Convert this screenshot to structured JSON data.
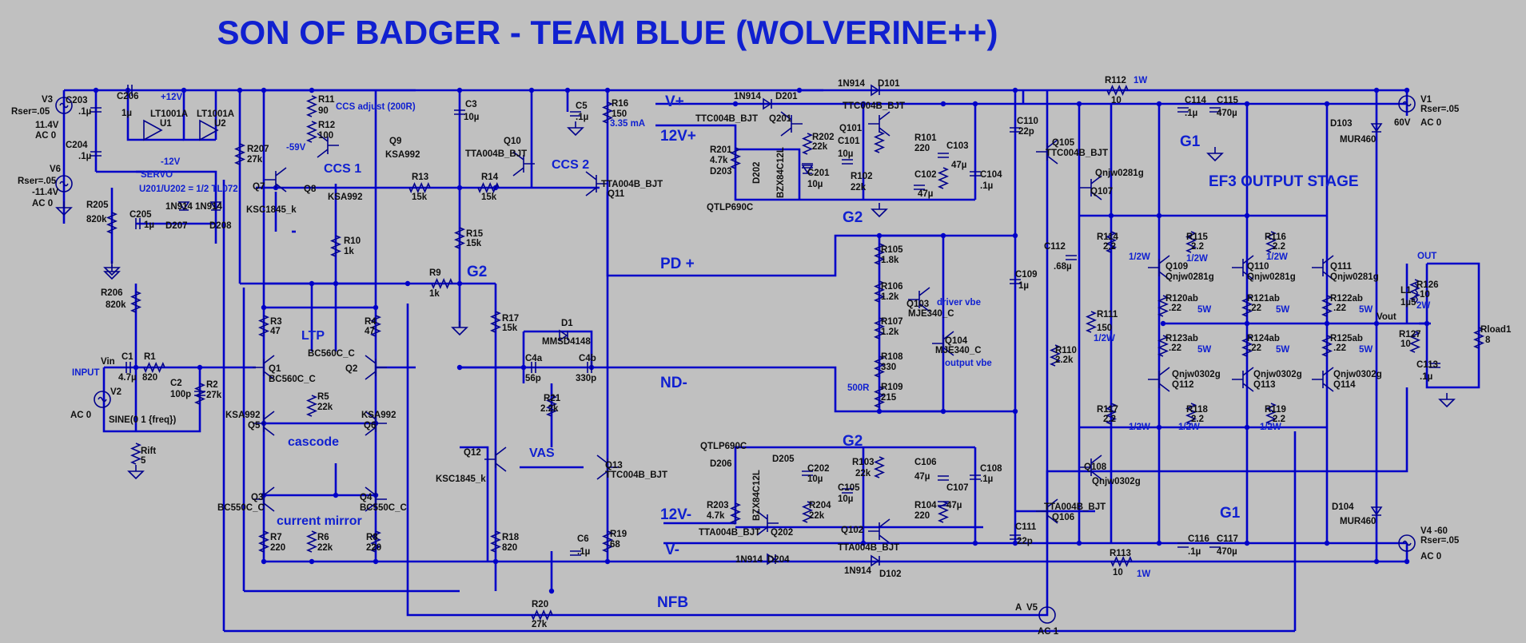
{
  "title": "SON OF BADGER - TEAM BLUE (WOLVERINE++)",
  "nets": {
    "vplus": "V+",
    "vminus": "V-",
    "v12p": "12V+",
    "v12n": "12V-",
    "pdplus": "PD +",
    "ndminus": "ND-",
    "nfb": "NFB",
    "out": "OUT",
    "vout": "Vout"
  },
  "groups": {
    "servo": "SERVO",
    "servo_note": "U201/U202 = 1/2 TL072",
    "ccs1": "CCS 1",
    "ccs2": "CCS 2",
    "ccs_adjust": "CCS adjust (200R)",
    "ltp": "LTP",
    "cascode": "cascode",
    "mirror": "current mirror",
    "vas": "VAS",
    "ef3": "EF3 OUTPUT STAGE",
    "driver_vbe": "driver vbe",
    "output_vbe": "output vbe",
    "g1a": "G1",
    "g1b": "G1",
    "g2a": "G2",
    "g2b": "G2",
    "g2c": "G2",
    "ma": "3.35 mA",
    "ohm500": "500R",
    "m59": "-59V",
    "p12": "+12V",
    "n12": "-12V",
    "input": "INPUT"
  },
  "labels": [
    [
      "v3",
      "V3"
    ],
    [
      "v3r",
      "Rser=.05"
    ],
    [
      "v3a",
      "11.4V"
    ],
    [
      "v3b",
      "AC 0"
    ],
    [
      "c203",
      "C203"
    ],
    [
      "c203v",
      ".1µ"
    ],
    [
      "c204",
      "C204"
    ],
    [
      "c204v",
      ".1µ"
    ],
    [
      "c206",
      "C206"
    ],
    [
      "c206v",
      "1µ"
    ],
    [
      "u1",
      "LT1001A"
    ],
    [
      "u1b",
      "U1"
    ],
    [
      "u2",
      "LT1001A"
    ],
    [
      "u2b",
      "U2"
    ],
    [
      "v6",
      "V6"
    ],
    [
      "v6r",
      "Rser=.05"
    ],
    [
      "v6a",
      "-11.4V"
    ],
    [
      "v6b",
      "AC 0"
    ],
    [
      "r205",
      "R205"
    ],
    [
      "r205v",
      "820k"
    ],
    [
      "c205",
      "C205"
    ],
    [
      "c205v",
      "1µ"
    ],
    [
      "d207",
      "1N914"
    ],
    [
      "d207b",
      "D207"
    ],
    [
      "d208",
      "1N914"
    ],
    [
      "d208b",
      "D208"
    ],
    [
      "r207",
      "R207"
    ],
    [
      "r207v",
      "27k"
    ],
    [
      "r206",
      "R206"
    ],
    [
      "r206v",
      "820k"
    ],
    [
      "r11",
      "R11"
    ],
    [
      "r11v",
      "90"
    ],
    [
      "r12",
      "R12"
    ],
    [
      "r12v",
      "100"
    ],
    [
      "q9",
      "Q9"
    ],
    [
      "q9v",
      "KSA992"
    ],
    [
      "q7",
      "Q7"
    ],
    [
      "q7v",
      "KSC1845_k"
    ],
    [
      "q8",
      "Q8"
    ],
    [
      "q8v",
      "KSA992"
    ],
    [
      "r13",
      "R13"
    ],
    [
      "r13v",
      "15k"
    ],
    [
      "r14",
      "R14"
    ],
    [
      "r14v",
      "15k"
    ],
    [
      "r10",
      "R10"
    ],
    [
      "r10v",
      "1k"
    ],
    [
      "c3",
      "C3"
    ],
    [
      "c3v",
      "10µ"
    ],
    [
      "r15",
      "R15"
    ],
    [
      "r15v",
      "15k"
    ],
    [
      "r9",
      "R9"
    ],
    [
      "r9v",
      "1k"
    ],
    [
      "q10",
      "Q10"
    ],
    [
      "q10v",
      "TTA004B_BJT"
    ],
    [
      "c5",
      "C5"
    ],
    [
      "c5v",
      ".1µ"
    ],
    [
      "r16",
      "R16"
    ],
    [
      "r16v",
      "150"
    ],
    [
      "q11v",
      "TTA004B_BJT"
    ],
    [
      "q11",
      "Q11"
    ],
    [
      "r3",
      "R3"
    ],
    [
      "r3v",
      "47"
    ],
    [
      "r4",
      "R4"
    ],
    [
      "r4v",
      "47"
    ],
    [
      "q1",
      "Q1"
    ],
    [
      "q1v",
      "BC560C_C"
    ],
    [
      "q2v",
      "BC560C_C"
    ],
    [
      "q2",
      "Q2"
    ],
    [
      "r5",
      "R5"
    ],
    [
      "r5v",
      "22k"
    ],
    [
      "q5v",
      "KSA992"
    ],
    [
      "q5",
      "Q5"
    ],
    [
      "q6v",
      "KSA992"
    ],
    [
      "q6",
      "Q6"
    ],
    [
      "q3",
      "Q3"
    ],
    [
      "q3v",
      "BC550C_C"
    ],
    [
      "q4",
      "Q4"
    ],
    [
      "q4v",
      "BC550C_C"
    ],
    [
      "r7",
      "R7"
    ],
    [
      "r7v",
      "220"
    ],
    [
      "r6",
      "R6"
    ],
    [
      "r6v",
      "22k"
    ],
    [
      "r8",
      "R8"
    ],
    [
      "r8v",
      "220"
    ],
    [
      "vin",
      "Vin"
    ],
    [
      "c1",
      "C1"
    ],
    [
      "c1v",
      "4.7µ"
    ],
    [
      "r1",
      "R1"
    ],
    [
      "r1v",
      "820"
    ],
    [
      "c2",
      "C2"
    ],
    [
      "c2v",
      "100p"
    ],
    [
      "r2",
      "R2"
    ],
    [
      "r2v",
      "27k"
    ],
    [
      "v2",
      "V2"
    ],
    [
      "v2a",
      "AC 0"
    ],
    [
      "sine",
      "SINE(0 1 {freq})"
    ],
    [
      "rift",
      "Rift"
    ],
    [
      "riftv",
      "5"
    ],
    [
      "r17",
      "R17"
    ],
    [
      "r17v",
      "15k"
    ],
    [
      "d1",
      "D1"
    ],
    [
      "d1v",
      "MMSD4148"
    ],
    [
      "c4a",
      "C4a"
    ],
    [
      "c4av",
      "56p"
    ],
    [
      "c4b",
      "C4b"
    ],
    [
      "c4bv",
      "330p"
    ],
    [
      "r21",
      "R21"
    ],
    [
      "r21v",
      "2.2k"
    ],
    [
      "q12",
      "Q12"
    ],
    [
      "q12v",
      "KSC1845_k"
    ],
    [
      "q13",
      "Q13"
    ],
    [
      "q13v",
      "TTC004B_BJT"
    ],
    [
      "r18",
      "R18"
    ],
    [
      "r18v",
      "820"
    ],
    [
      "c6",
      "C6"
    ],
    [
      "c6v",
      ".1µ"
    ],
    [
      "r19",
      "R19"
    ],
    [
      "r19v",
      "68"
    ],
    [
      "r20",
      "R20"
    ],
    [
      "r20v",
      "27k"
    ],
    [
      "d201",
      "1N914"
    ],
    [
      "d201b",
      "D201"
    ],
    [
      "q201v",
      "TTC004B_BJT"
    ],
    [
      "q201",
      "Q201"
    ],
    [
      "r201",
      "R201"
    ],
    [
      "r201v",
      "4.7k"
    ],
    [
      "d203",
      "D203"
    ],
    [
      "d202",
      "D202"
    ],
    [
      "d202v",
      "BZX84C12L"
    ],
    [
      "r202",
      "R202"
    ],
    [
      "r202v",
      "22k"
    ],
    [
      "c201",
      "C201"
    ],
    [
      "c201v",
      "10µ"
    ],
    [
      "qtlp1",
      "QTLP690C"
    ],
    [
      "d101",
      "1N914"
    ],
    [
      "d101b",
      "D101"
    ],
    [
      "q101v",
      "TTC004B_BJT"
    ],
    [
      "q101",
      "Q101"
    ],
    [
      "c101",
      "C101"
    ],
    [
      "c101v",
      "10µ"
    ],
    [
      "r101",
      "R101"
    ],
    [
      "r101v",
      "220"
    ],
    [
      "r102",
      "R102"
    ],
    [
      "r102v",
      "22k"
    ],
    [
      "c102",
      "C102"
    ],
    [
      "c102v",
      "47µ"
    ],
    [
      "c103",
      "C103"
    ],
    [
      "c103v",
      "47µ"
    ],
    [
      "c104",
      "C104"
    ],
    [
      "c104v",
      ".1µ"
    ],
    [
      "r105",
      "R105"
    ],
    [
      "r105v",
      "1.8k"
    ],
    [
      "r106",
      "R106"
    ],
    [
      "r106v",
      "1.2k"
    ],
    [
      "r107",
      "R107"
    ],
    [
      "r107v",
      "1.2k"
    ],
    [
      "q103",
      "Q103"
    ],
    [
      "q103v",
      "MJE340_C"
    ],
    [
      "q104",
      "Q104"
    ],
    [
      "q104v",
      "MJE340_C"
    ],
    [
      "r108",
      "R108"
    ],
    [
      "r108v",
      "330"
    ],
    [
      "r109",
      "R109"
    ],
    [
      "r109v",
      "215"
    ],
    [
      "qtlp2",
      "QTLP690C"
    ],
    [
      "d206",
      "D206"
    ],
    [
      "d205",
      "D205"
    ],
    [
      "c202",
      "C202"
    ],
    [
      "c202v",
      "10µ"
    ],
    [
      "r203",
      "R203"
    ],
    [
      "r203v",
      "4.7k"
    ],
    [
      "d204v",
      "BZX84C12L"
    ],
    [
      "q202v",
      "TTA004B_BJT"
    ],
    [
      "q202",
      "Q202"
    ],
    [
      "r204",
      "R204"
    ],
    [
      "r204v",
      "22k"
    ],
    [
      "d204",
      "1N914"
    ],
    [
      "d204b",
      "D204"
    ],
    [
      "r103",
      "R103"
    ],
    [
      "r103v",
      "22k"
    ],
    [
      "c105",
      "C105"
    ],
    [
      "c105v",
      "10µ"
    ],
    [
      "c106",
      "C106"
    ],
    [
      "c106v",
      "47µ"
    ],
    [
      "r104",
      "R104"
    ],
    [
      "r104v",
      "220"
    ],
    [
      "c107",
      "C107"
    ],
    [
      "c107v",
      "47µ"
    ],
    [
      "c108",
      "C108"
    ],
    [
      "c108v",
      ".1µ"
    ],
    [
      "q102",
      "Q102"
    ],
    [
      "q102v",
      "TTA004B_BJT"
    ],
    [
      "d102",
      "1N914"
    ],
    [
      "d102b",
      "D102"
    ],
    [
      "r112",
      "R112"
    ],
    [
      "r112v",
      "10"
    ],
    [
      "r112p",
      "1W"
    ],
    [
      "c110",
      "C110"
    ],
    [
      "c110v",
      "22p"
    ],
    [
      "q105",
      "Q105"
    ],
    [
      "q105v",
      "TTC004B_BJT"
    ],
    [
      "q107v",
      "Qnjw0281g"
    ],
    [
      "q107",
      "Q107"
    ],
    [
      "c109",
      "C109"
    ],
    [
      "c109v",
      "1µ"
    ],
    [
      "c112",
      "C112"
    ],
    [
      "c112v",
      ".68µ"
    ],
    [
      "r110",
      "R110"
    ],
    [
      "r110v",
      "2.2k"
    ],
    [
      "r111",
      "R111"
    ],
    [
      "r111v",
      "150"
    ],
    [
      "r111p",
      "1/2W"
    ],
    [
      "q108",
      "Q108"
    ],
    [
      "q108v",
      "Qnjw0302g"
    ],
    [
      "q106v",
      "TTA004B_BJT"
    ],
    [
      "q106",
      "Q106"
    ],
    [
      "c111",
      "C111"
    ],
    [
      "c111v",
      "22p"
    ],
    [
      "r113",
      "R113"
    ],
    [
      "r113v",
      "10"
    ],
    [
      "r113p",
      "1W"
    ],
    [
      "c114",
      "C114"
    ],
    [
      "c114v",
      ".1µ"
    ],
    [
      "c115",
      "C115"
    ],
    [
      "c115v",
      "470µ"
    ],
    [
      "r114",
      "R114"
    ],
    [
      "r114v",
      "2.2"
    ],
    [
      "r114p",
      "1/2W"
    ],
    [
      "r115",
      "R115"
    ],
    [
      "r115v",
      "2.2"
    ],
    [
      "r115p",
      "1/2W"
    ],
    [
      "r116",
      "R116"
    ],
    [
      "r116v",
      "2.2"
    ],
    [
      "r116p",
      "1/2W"
    ],
    [
      "q109",
      "Q109"
    ],
    [
      "q109v",
      "Qnjw0281g"
    ],
    [
      "q110",
      "Q110"
    ],
    [
      "q110v",
      "Qnjw0281g"
    ],
    [
      "q111",
      "Q111"
    ],
    [
      "q111v",
      "Qnjw0281g"
    ],
    [
      "r120",
      "R120ab"
    ],
    [
      "r120v",
      ".22"
    ],
    [
      "r120p",
      "5W"
    ],
    [
      "r121",
      "R121ab"
    ],
    [
      "r121v",
      ".22"
    ],
    [
      "r121p",
      "5W"
    ],
    [
      "r122",
      "R122ab"
    ],
    [
      "r122v",
      ".22"
    ],
    [
      "r122p",
      "5W"
    ],
    [
      "r123",
      "R123ab"
    ],
    [
      "r123v",
      ".22"
    ],
    [
      "r123p",
      "5W"
    ],
    [
      "r124",
      "R124ab"
    ],
    [
      "r124v",
      ".22"
    ],
    [
      "r124p",
      "5W"
    ],
    [
      "r125",
      "R125ab"
    ],
    [
      "r125v",
      ".22"
    ],
    [
      "r125p",
      "5W"
    ],
    [
      "q112v",
      "Qnjw0302g"
    ],
    [
      "q112",
      "Q112"
    ],
    [
      "q113v",
      "Qnjw0302g"
    ],
    [
      "q113",
      "Q113"
    ],
    [
      "q114v",
      "Qnjw0302g"
    ],
    [
      "q114",
      "Q114"
    ],
    [
      "r117",
      "R117"
    ],
    [
      "r117v",
      "2.2"
    ],
    [
      "r117p",
      "1/2W"
    ],
    [
      "r118",
      "R118"
    ],
    [
      "r118v",
      "2.2"
    ],
    [
      "r118p",
      "1/2W"
    ],
    [
      "r119",
      "R119"
    ],
    [
      "r119v",
      "2.2"
    ],
    [
      "r119p",
      "1/2W"
    ],
    [
      "c116",
      "C116"
    ],
    [
      "c116v",
      ".1µ"
    ],
    [
      "c117",
      "C117"
    ],
    [
      "c117v",
      "470µ"
    ],
    [
      "d103",
      "D103"
    ],
    [
      "d103v",
      "MUR460"
    ],
    [
      "d104",
      "D104"
    ],
    [
      "d104v",
      "MUR460"
    ],
    [
      "v1",
      "V1"
    ],
    [
      "v1r",
      "Rser=.05"
    ],
    [
      "v1a",
      "60V"
    ],
    [
      "v1b",
      "AC 0"
    ],
    [
      "v4",
      "V4 -60"
    ],
    [
      "v4r",
      "Rser=.05"
    ],
    [
      "v4b",
      "AC 0"
    ],
    [
      "l1",
      "L1"
    ],
    [
      "l1v",
      "1µ5"
    ],
    [
      "r126",
      "R126"
    ],
    [
      "r126v",
      "10"
    ],
    [
      "r126p",
      "2W"
    ],
    [
      "r127",
      "R127"
    ],
    [
      "r127v",
      "10"
    ],
    [
      "c113",
      "C113"
    ],
    [
      "c113v",
      ".1µ"
    ],
    [
      "rload",
      "Rload1"
    ],
    [
      "rloadv",
      "8"
    ],
    [
      "v5a",
      "A"
    ],
    [
      "v5",
      "V5"
    ],
    [
      "v5b",
      "AC 1"
    ]
  ]
}
